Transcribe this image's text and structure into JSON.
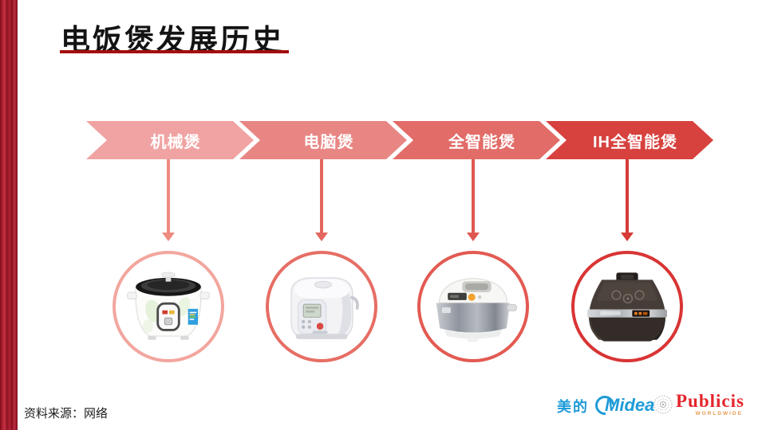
{
  "slide": {
    "title": "电饭煲发展历史",
    "source_note": "资料来源：网络"
  },
  "stages": [
    {
      "label": "机械煲",
      "arrow_color": "#F0A3A2",
      "ring_color": "#F2A69E",
      "connector_color": "#EE8A80",
      "image": "mechanical-rice-cooker-photo"
    },
    {
      "label": "电脑煲",
      "arrow_color": "#E88684",
      "ring_color": "#E66E65",
      "connector_color": "#E4665E",
      "image": "computer-rice-cooker-photo"
    },
    {
      "label": "全智能煲",
      "arrow_color": "#E26C68",
      "ring_color": "#E25A52",
      "connector_color": "#E05750",
      "image": "smart-rice-cooker-photo"
    },
    {
      "label": "IH全智能煲",
      "arrow_color": "#D7413E",
      "ring_color": "#D93434",
      "connector_color": "#D63B36",
      "image": "ih-smart-rice-cooker-photo"
    }
  ],
  "footer_logos": {
    "midea_cn": "美的",
    "midea_en": "Midea",
    "publicis": "Publicis",
    "publicis_sub": "WORLDWIDE"
  },
  "colors": {
    "left_bar_red": "#A81E2E",
    "title_underline": "#A50D0D",
    "midea_blue": "#1E9BD7",
    "publicis_red": "#E4262C",
    "publicis_sub_orange": "#E89A50"
  }
}
